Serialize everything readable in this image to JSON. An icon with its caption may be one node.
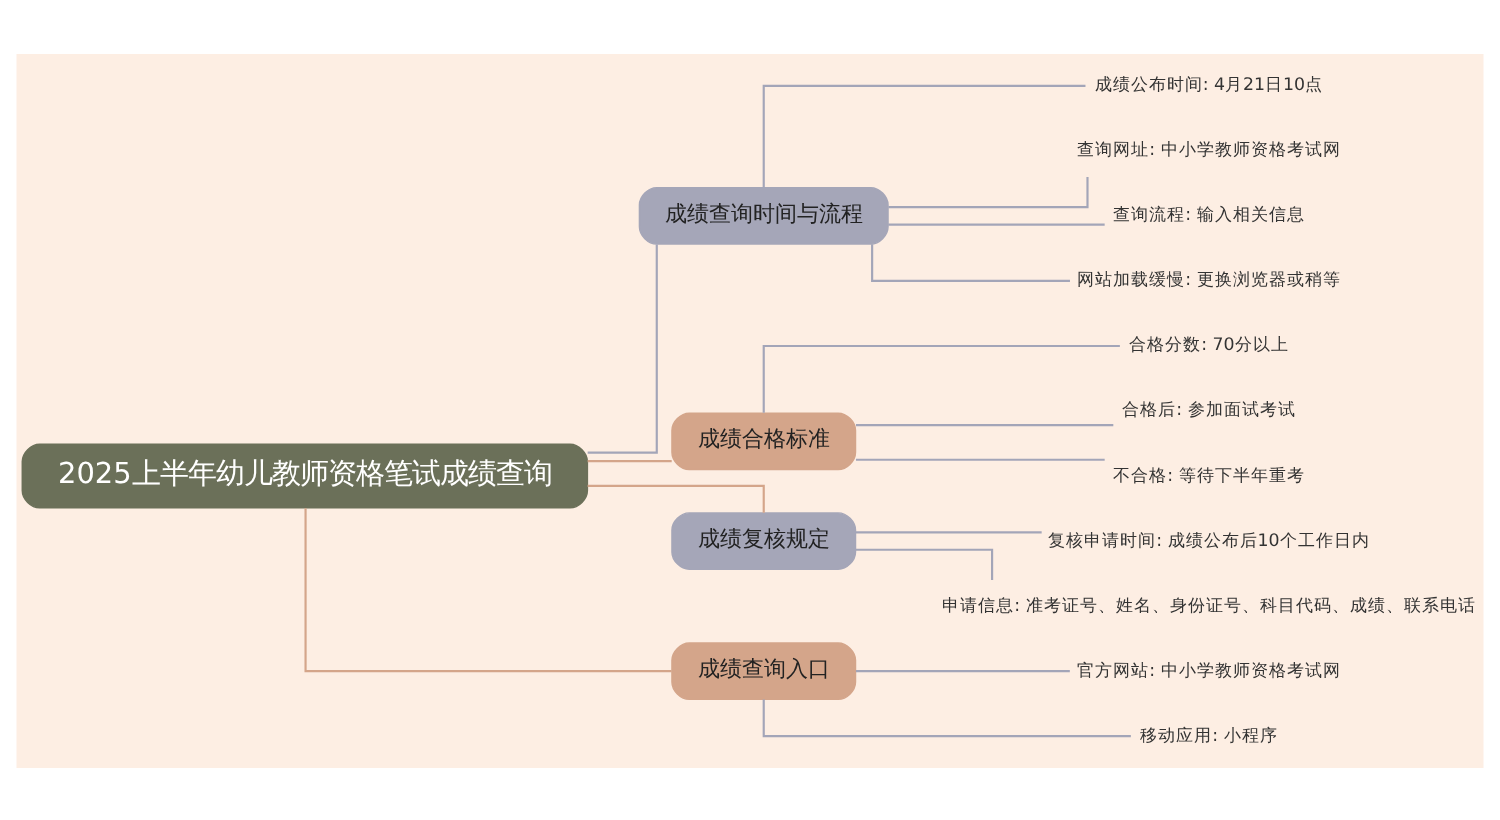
{
  "diagram": {
    "nodes": [
      {
        "text": [
          "2025上半年幼儿教师资格笔试成绩查询"
        ]
      },
      {
        "text": [
          "成绩查询时间与流程"
        ]
      },
      {
        "text": [
          "成绩公布时间: 4月21日10点"
        ]
      },
      {
        "text": [
          "查询网址: 中小学教师资格考试网"
        ]
      },
      {
        "text": [
          "查询流程: 输入相关信息"
        ]
      },
      {
        "text": [
          "网站加载缓慢: 更换浏览器或稍等"
        ]
      },
      {
        "text": [
          "成绩合格标准"
        ]
      },
      {
        "text": [
          "合格分数: 70分以上"
        ]
      },
      {
        "text": [
          "合格后: 参加面试考试"
        ]
      },
      {
        "text": [
          "不合格: 等待下半年重考"
        ]
      },
      {
        "text": [
          "成绩复核规定"
        ]
      },
      {
        "text": [
          "复核申请时间: 成绩公布后10个工作日内"
        ]
      },
      {
        "text": [
          "申请信息: 准考证号、姓名、身份证号、科目代码、成绩、联系电话"
        ]
      },
      {
        "text": [
          "成绩查询入口"
        ]
      },
      {
        "text": [
          "官方网站: 中小学教师资格考试网"
        ]
      },
      {
        "text": [
          "移动应用: 小程序"
        ]
      }
    ],
    "edges": [
      {
        "from": 0,
        "to": 1,
        "arrow": "none"
      },
      {
        "from": 1,
        "to": 2,
        "arrow": "none"
      },
      {
        "from": 1,
        "to": 3,
        "arrow": "none"
      },
      {
        "from": 1,
        "to": 4,
        "arrow": "none"
      },
      {
        "from": 1,
        "to": 5,
        "arrow": "none"
      },
      {
        "from": 0,
        "to": 6,
        "arrow": "none",
        "color": "#d4a58a"
      },
      {
        "from": 6,
        "to": 7,
        "arrow": "none"
      },
      {
        "from": 6,
        "to": 8,
        "arrow": "none"
      },
      {
        "from": 6,
        "to": 9,
        "arrow": "none"
      },
      {
        "from": 0,
        "to": 10,
        "arrow": "none",
        "color": "#d4a58a"
      },
      {
        "from": 10,
        "to": 11,
        "arrow": "none"
      },
      {
        "from": 10,
        "to": 12,
        "arrow": "none"
      },
      {
        "from": 0,
        "to": 13,
        "arrow": "none",
        "color": "#d4a58a"
      },
      {
        "from": 13,
        "to": 14,
        "arrow": "none"
      },
      {
        "from": 13,
        "to": 15,
        "arrow": "none"
      }
    ]
  }
}
